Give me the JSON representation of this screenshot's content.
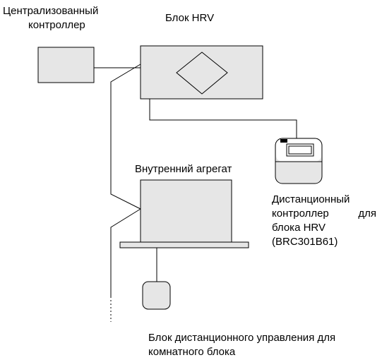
{
  "labels": {
    "central_controller": [
      "Централизованный",
      "контроллер"
    ],
    "hrv_unit": "Блок HRV",
    "indoor_unit": "Внутренний агрегат",
    "hrv_remote": [
      "Дистанционный",
      "контроллер для",
      "блока HRV",
      "(BRC301B61)"
    ],
    "indoor_remote": [
      "Блок дистанционного управления для",
      "комнатного блока"
    ]
  },
  "colors": {
    "box_fill": "#e6e6e6",
    "stroke": "#000000",
    "remote_fill": "#e6e6e6"
  }
}
